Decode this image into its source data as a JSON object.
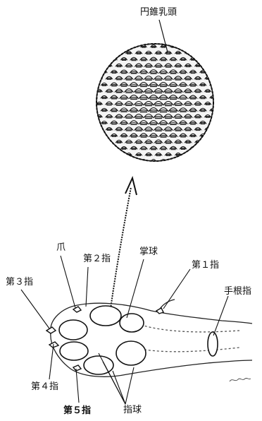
{
  "labels": {
    "cone_papilla": "円錐乳頭",
    "claw": "爪",
    "digit2": "第２指",
    "palm_pad": "掌球",
    "digit1": "第１指",
    "carpal_pad": "手根指",
    "digit3": "第３指",
    "digit4": "第４指",
    "digit5": "第５指",
    "digital_pad": "指球"
  }
}
